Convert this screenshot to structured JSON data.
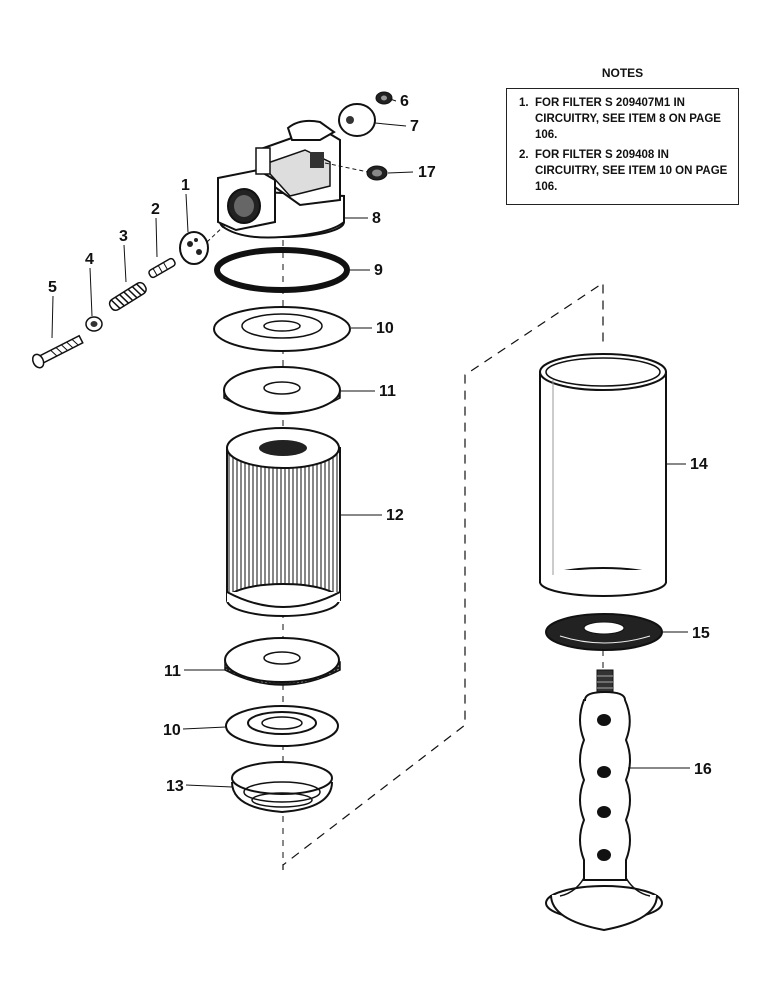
{
  "notes": {
    "title": "NOTES",
    "items": [
      {
        "num": "1.",
        "text": "FOR FILTER S 209407M1 IN CIRCUITRY, SEE ITEM 8 ON PAGE 106."
      },
      {
        "num": "2.",
        "text": "FOR FILTER S 209408 IN CIRCUITRY, SEE ITEM 10 ON PAGE 106."
      }
    ]
  },
  "callouts": {
    "c1": "1",
    "c2": "2",
    "c3": "3",
    "c4": "4",
    "c5": "5",
    "c6": "6",
    "c7": "7",
    "c8": "8",
    "c9": "9",
    "c10a": "10",
    "c11a": "11",
    "c12": "12",
    "c11b": "11",
    "c10b": "10",
    "c13": "13",
    "c14": "14",
    "c15": "15",
    "c16": "16",
    "c17": "17"
  },
  "colors": {
    "ink": "#111111",
    "paper": "#ffffff",
    "mesh": "#8a8a8a"
  }
}
